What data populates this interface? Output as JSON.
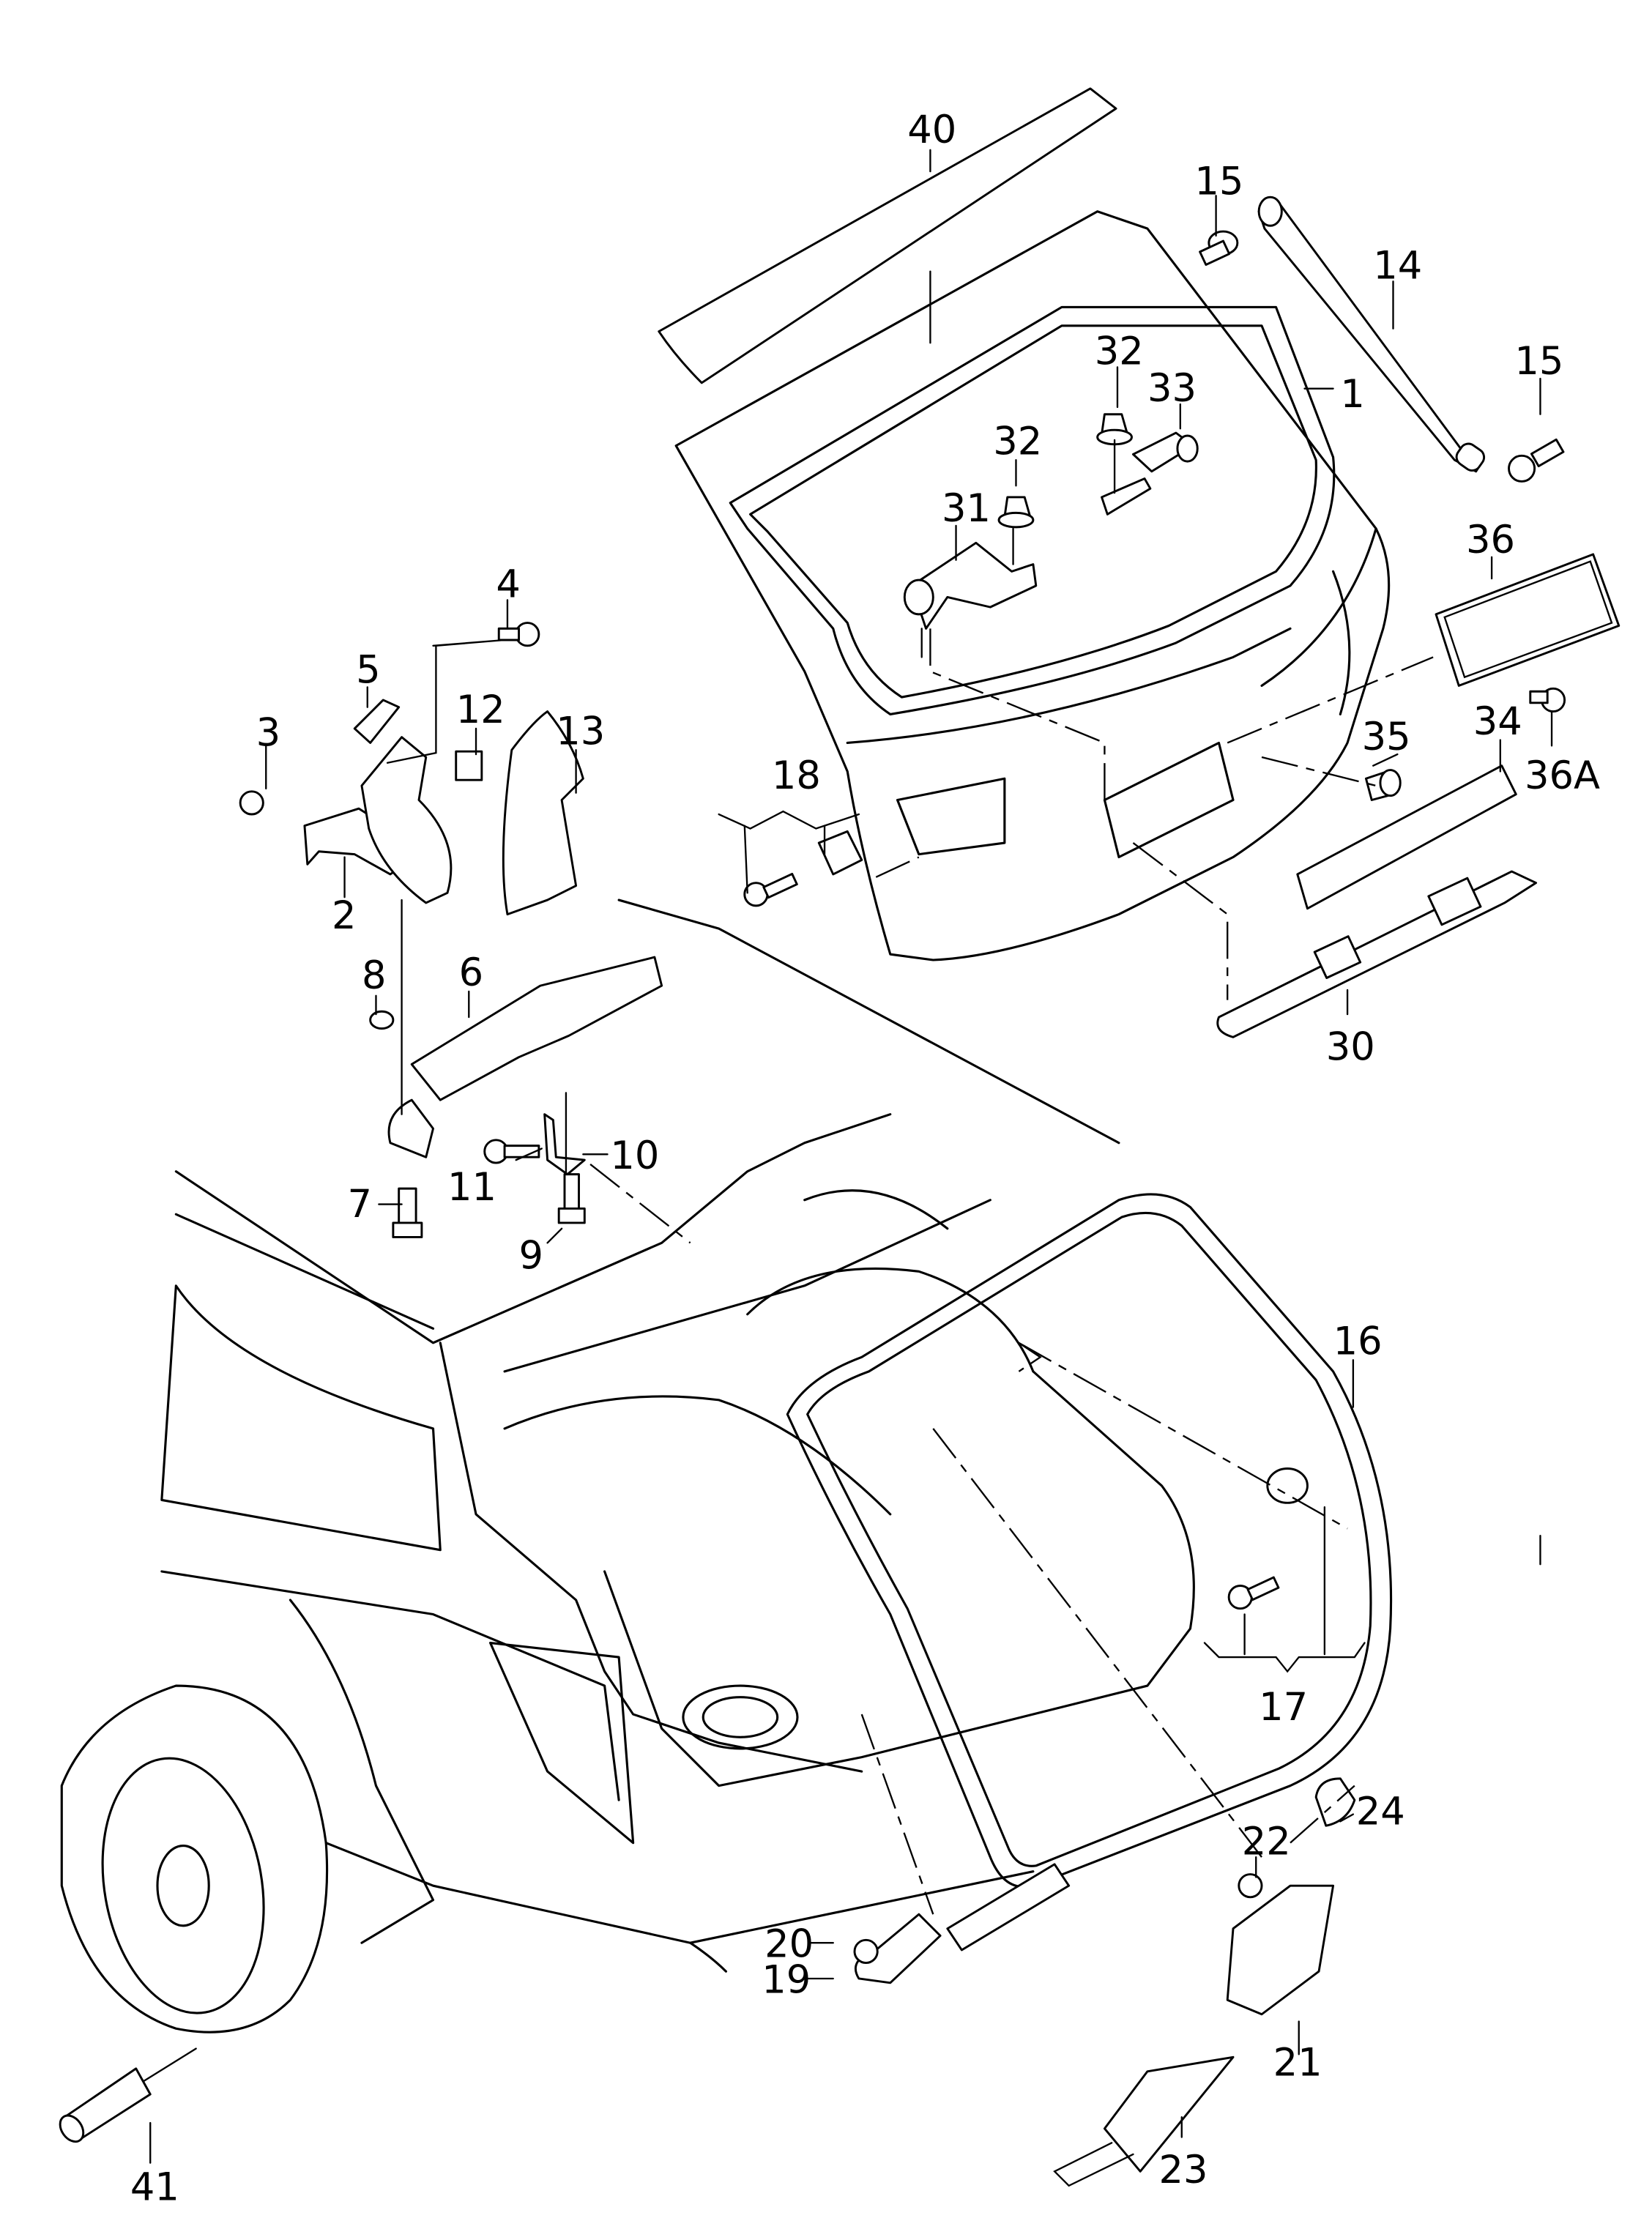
{
  "diagram": {
    "title": "Tailgate assembly exploded view",
    "colors": {
      "line": "#000000",
      "background": "#ffffff"
    },
    "callouts": [
      {
        "id": "1",
        "text": "1"
      },
      {
        "id": "2",
        "text": "2"
      },
      {
        "id": "3",
        "text": "3"
      },
      {
        "id": "4",
        "text": "4"
      },
      {
        "id": "5",
        "text": "5"
      },
      {
        "id": "6",
        "text": "6"
      },
      {
        "id": "7",
        "text": "7"
      },
      {
        "id": "8",
        "text": "8"
      },
      {
        "id": "9",
        "text": "9"
      },
      {
        "id": "10",
        "text": "10"
      },
      {
        "id": "11",
        "text": "11"
      },
      {
        "id": "12",
        "text": "12"
      },
      {
        "id": "13",
        "text": "13"
      },
      {
        "id": "14",
        "text": "14"
      },
      {
        "id": "15a",
        "text": "15"
      },
      {
        "id": "15b",
        "text": "15"
      },
      {
        "id": "16",
        "text": "16"
      },
      {
        "id": "17",
        "text": "17"
      },
      {
        "id": "18",
        "text": "18"
      },
      {
        "id": "19",
        "text": "19"
      },
      {
        "id": "20",
        "text": "20"
      },
      {
        "id": "21",
        "text": "21"
      },
      {
        "id": "22",
        "text": "22"
      },
      {
        "id": "23",
        "text": "23"
      },
      {
        "id": "24",
        "text": "24"
      },
      {
        "id": "30",
        "text": "30"
      },
      {
        "id": "31",
        "text": "31"
      },
      {
        "id": "32a",
        "text": "32"
      },
      {
        "id": "32b",
        "text": "32"
      },
      {
        "id": "33",
        "text": "33"
      },
      {
        "id": "34",
        "text": "34"
      },
      {
        "id": "35",
        "text": "35"
      },
      {
        "id": "36",
        "text": "36"
      },
      {
        "id": "36A",
        "text": "36A"
      },
      {
        "id": "40",
        "text": "40"
      },
      {
        "id": "41",
        "text": "41"
      }
    ]
  }
}
